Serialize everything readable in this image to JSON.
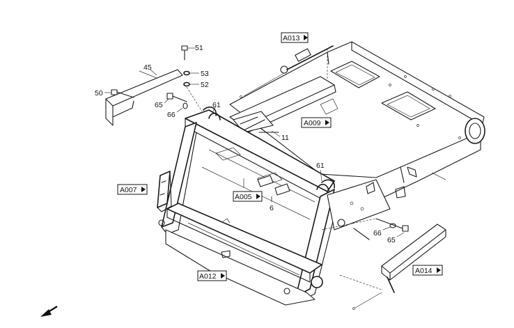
{
  "references": {
    "a013": "A013",
    "a009": "A009",
    "a007": "A007",
    "a005": "A005",
    "a012": "A012",
    "a014": "A014"
  },
  "callouts": {
    "c51": "51",
    "c45": "45",
    "c53": "53",
    "c52": "52",
    "c50": "50",
    "c65_top": "65",
    "c66_top": "66",
    "c61_top": "61",
    "c11": "11",
    "c61_right": "61",
    "c6": "6",
    "c66_bottom": "66",
    "c65_bottom": "65"
  },
  "icons": {
    "direction_arrow": "arrow-down-left-icon",
    "reference_arrow": "triangle-right-icon"
  }
}
